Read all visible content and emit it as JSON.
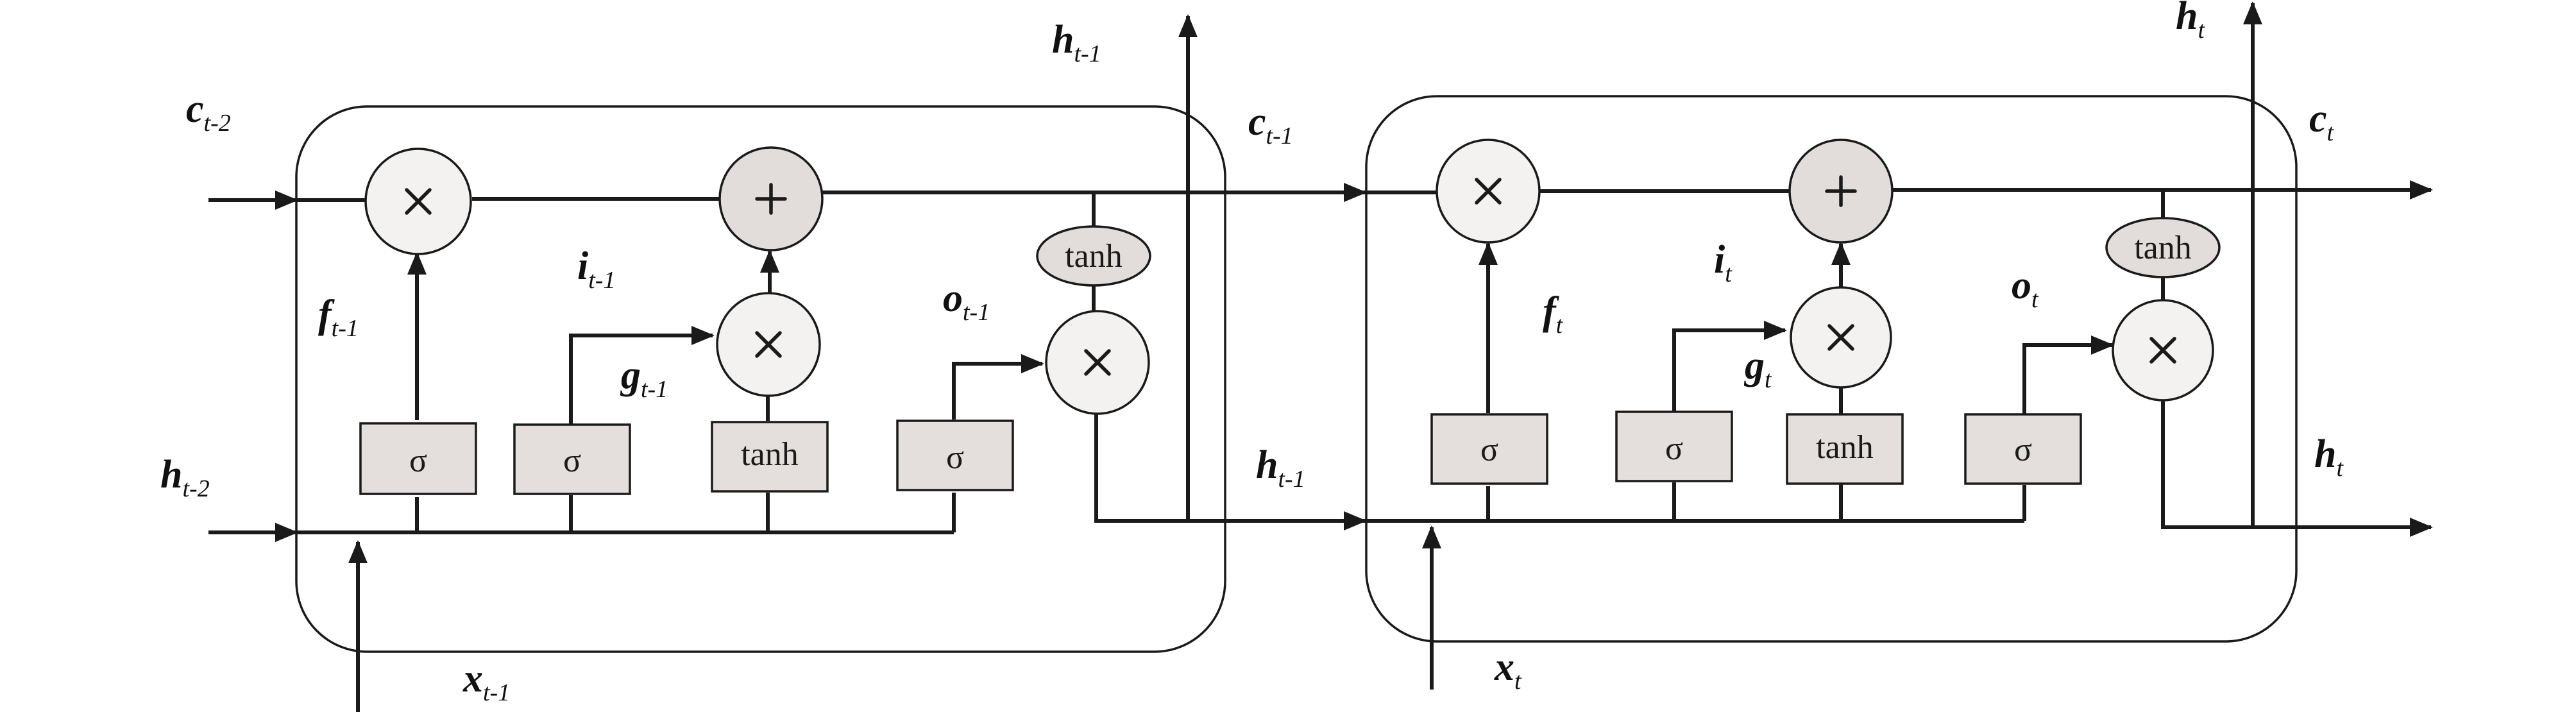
{
  "colors": {
    "stroke": "#1a1a1a",
    "circle_light": "#f4f2f1",
    "circle_dark": "#e2dcda",
    "gate_fill": "#e4dfdc"
  },
  "labels": {
    "c_tm2": {
      "main": "c",
      "sub": "t-2"
    },
    "h_tm2": {
      "main": "h",
      "sub": "t-2"
    },
    "f_tm1": {
      "main": "f",
      "sub": "t-1"
    },
    "i_tm1": {
      "main": "i",
      "sub": "t-1"
    },
    "g_tm1": {
      "main": "g",
      "sub": "t-1"
    },
    "o_tm1": {
      "main": "o",
      "sub": "t-1"
    },
    "h_tm1_top": {
      "main": "h",
      "sub": "t-1"
    },
    "c_tm1": {
      "main": "c",
      "sub": "t-1"
    },
    "h_tm1_mid": {
      "main": "h",
      "sub": "t-1"
    },
    "x_tm1": {
      "main": "x",
      "sub": "t-1"
    },
    "f_t": {
      "main": "f",
      "sub": "t"
    },
    "i_t": {
      "main": "i",
      "sub": "t"
    },
    "g_t": {
      "main": "g",
      "sub": "t"
    },
    "o_t": {
      "main": "o",
      "sub": "t"
    },
    "h_t_top": {
      "main": "h",
      "sub": "t"
    },
    "c_t": {
      "main": "c",
      "sub": "t"
    },
    "h_t_right": {
      "main": "h",
      "sub": "t"
    },
    "x_t": {
      "main": "x",
      "sub": "t"
    }
  },
  "gates": {
    "sigma": "σ",
    "tanh": "tanh"
  },
  "operators": {
    "multiply": "×",
    "add": "+"
  }
}
